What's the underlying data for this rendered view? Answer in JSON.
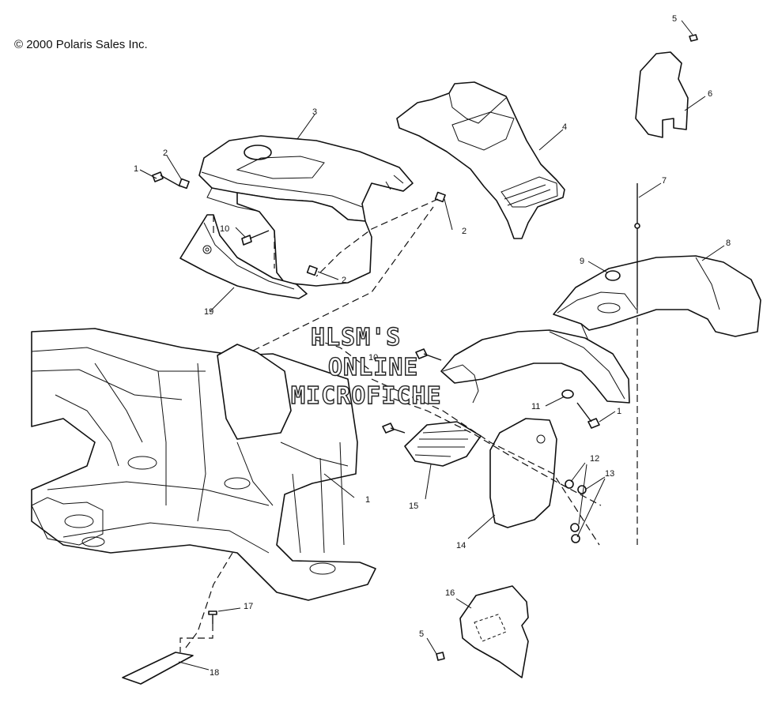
{
  "copyright": "© 2000 Polaris Sales Inc.",
  "watermark": {
    "line1": "HLSM'S",
    "line2": "ONLINE",
    "line3": "MICROFICHE"
  },
  "callouts": {
    "c1a": "1",
    "c1b": "1",
    "c1c": "1",
    "c2a": "2",
    "c2b": "2",
    "c2c": "2",
    "c3": "3",
    "c4": "4",
    "c5a": "5",
    "c5b": "5",
    "c6": "6",
    "c7": "7",
    "c8": "8",
    "c9": "9",
    "c10a": "10",
    "c10b": "10",
    "c11": "11",
    "c12": "12",
    "c13": "13",
    "c14": "14",
    "c15": "15",
    "c16": "16",
    "c17": "17",
    "c18": "18",
    "c19": "19"
  }
}
